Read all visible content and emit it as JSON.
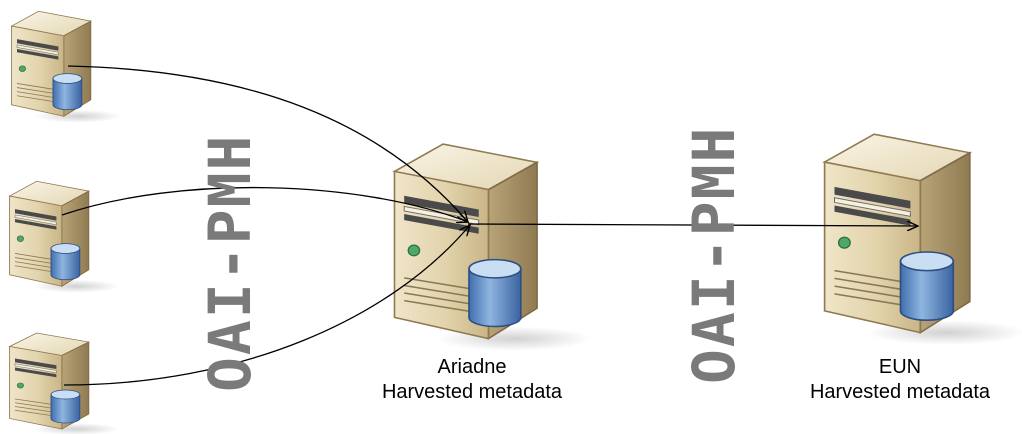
{
  "protocol_labels": [
    "OAI-PMH",
    "OAI-PMH"
  ],
  "nodes": {
    "ariadne": {
      "line1": "Ariadne",
      "line2": "Harvested metadata"
    },
    "eun": {
      "line1": "EUN",
      "line2": "Harvested metadata"
    }
  },
  "icons": {
    "source_servers": [
      "server-db-icon",
      "server-db-icon",
      "server-db-icon"
    ],
    "hub_server": "server-db-icon",
    "target_server": "server-db-icon"
  },
  "colors": {
    "case_light": "#f3ead3",
    "case_mid": "#d9c9a0",
    "case_dark": "#a8926a",
    "db_blue": "#5f8fc8",
    "db_top": "#c9ddf3",
    "protocol_text": "#7a7a7a"
  }
}
